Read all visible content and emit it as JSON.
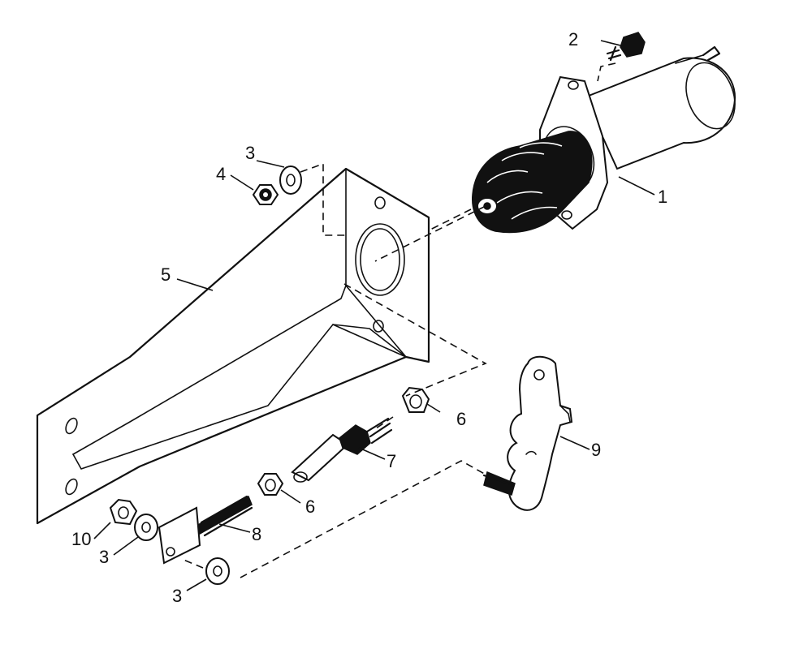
{
  "callouts": {
    "solenoid": "1",
    "screw": "2",
    "washer_top": "3",
    "nut_top": "4",
    "bracket": "5",
    "nut_rod": "6",
    "nut_lower": "6",
    "coupling": "7",
    "rod": "8",
    "lever": "9",
    "nut_bottom": "10",
    "washer_lower": "3",
    "washer_bottom": "3"
  }
}
